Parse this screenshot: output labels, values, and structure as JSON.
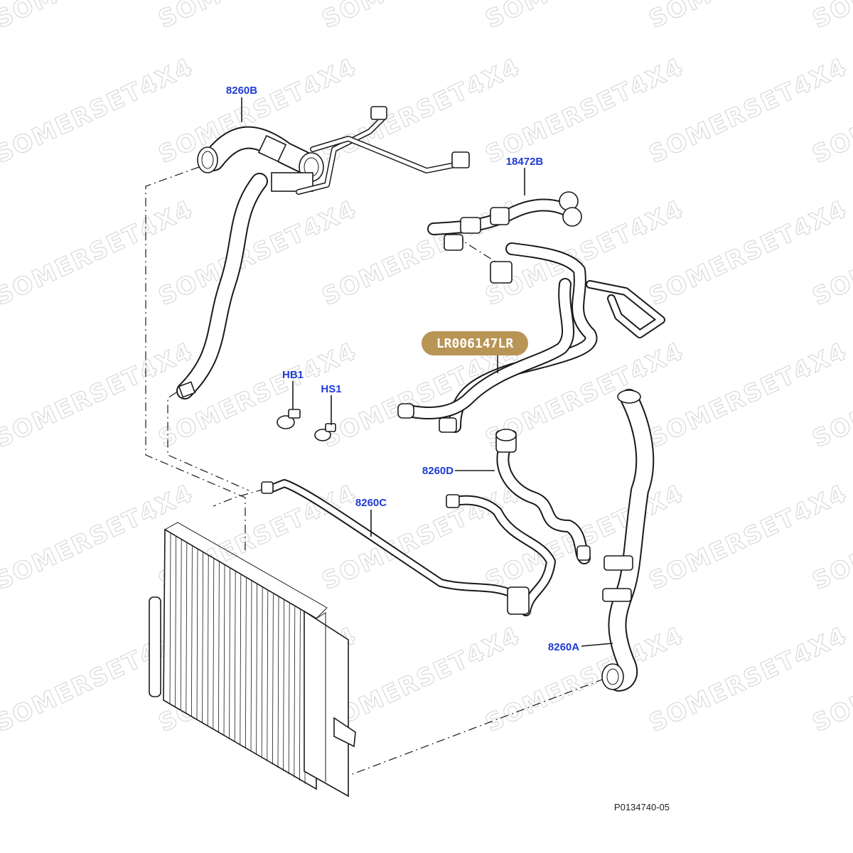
{
  "diagram": {
    "watermark_text": "SOMERSET4X4",
    "figure_reference": "P0134740-05",
    "highlighted_part": {
      "label": "LR006147LR",
      "color": "#B89455"
    },
    "callouts": [
      {
        "id": "8260B",
        "label": "8260B"
      },
      {
        "id": "18472B",
        "label": "18472B"
      },
      {
        "id": "HB1",
        "label": "HB1"
      },
      {
        "id": "HS1",
        "label": "HS1"
      },
      {
        "id": "8260D",
        "label": "8260D"
      },
      {
        "id": "8260C",
        "label": "8260C"
      },
      {
        "id": "8260A",
        "label": "8260A"
      }
    ],
    "callout_color": "#1F3BD6"
  }
}
